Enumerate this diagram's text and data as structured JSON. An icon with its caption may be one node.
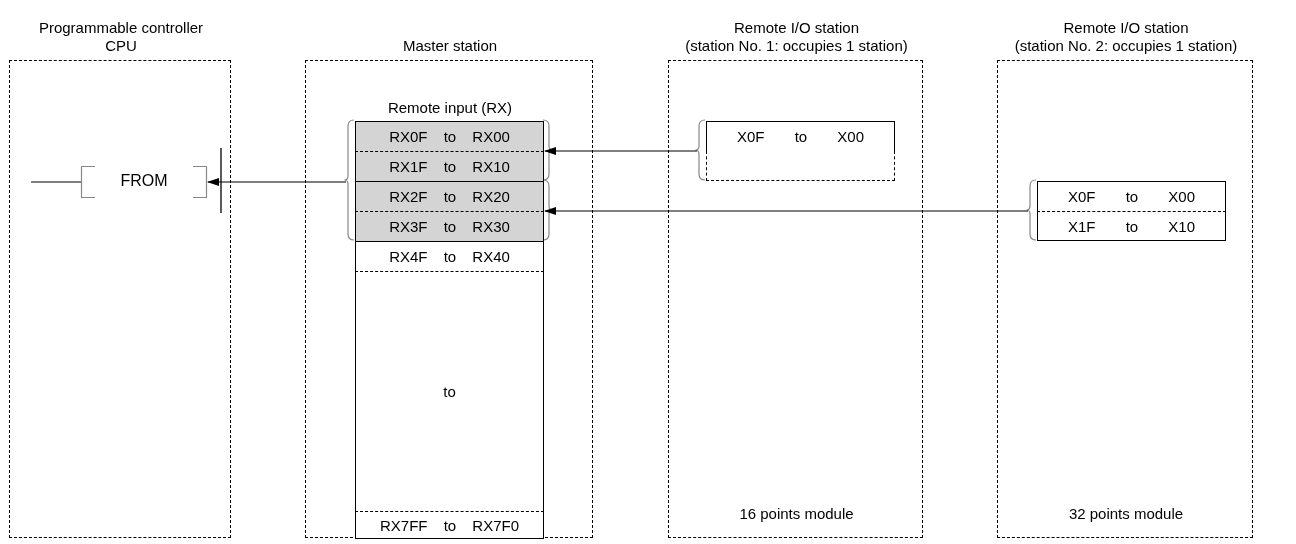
{
  "diagram": {
    "nodes": [
      {
        "text": [
          "Programmable controller CPU"
        ]
      },
      {
        "text": [
          "FROM"
        ],
        "in": 0
      },
      {
        "text": [
          "Master station"
        ]
      },
      {
        "text": [
          "Remote input (RX)"
        ],
        "in": 2
      },
      {
        "text": [
          "RX0F to RX00"
        ],
        "in": 3
      },
      {
        "text": [
          "RX1F to RX10"
        ],
        "in": 3
      },
      {
        "text": [
          "RX2F to RX20"
        ],
        "in": 3
      },
      {
        "text": [
          "RX3F to RX30"
        ],
        "in": 3
      },
      {
        "text": [
          "RX4F to RX40"
        ],
        "in": 3
      },
      {
        "text": [
          "to"
        ],
        "in": 3
      },
      {
        "text": [
          "RX7FF to RX7F0"
        ],
        "in": 3
      },
      {
        "text": [
          "Remote I/O station (station No. 1: occupies 1 station)",
          "16 points module"
        ]
      },
      {
        "text": [
          "X0F to X00"
        ],
        "in": 11
      },
      {
        "text": [
          "Remote I/O station (station No. 2: occupies 1 station)",
          "32 points module"
        ]
      },
      {
        "text": [
          "X0F to X00",
          "X1F to X10"
        ],
        "in": 13
      }
    ],
    "edges": [
      {
        "from": null,
        "to": 1,
        "arrow": "none"
      },
      {
        "from": 3,
        "to": 1,
        "arrow": "to"
      },
      {
        "from": 12,
        "to": 4,
        "arrow": "to"
      },
      {
        "from": 12,
        "to": 5,
        "arrow": "to"
      },
      {
        "from": 14,
        "to": 6,
        "arrow": "to"
      },
      {
        "from": 14,
        "to": 7,
        "arrow": "to"
      }
    ]
  }
}
